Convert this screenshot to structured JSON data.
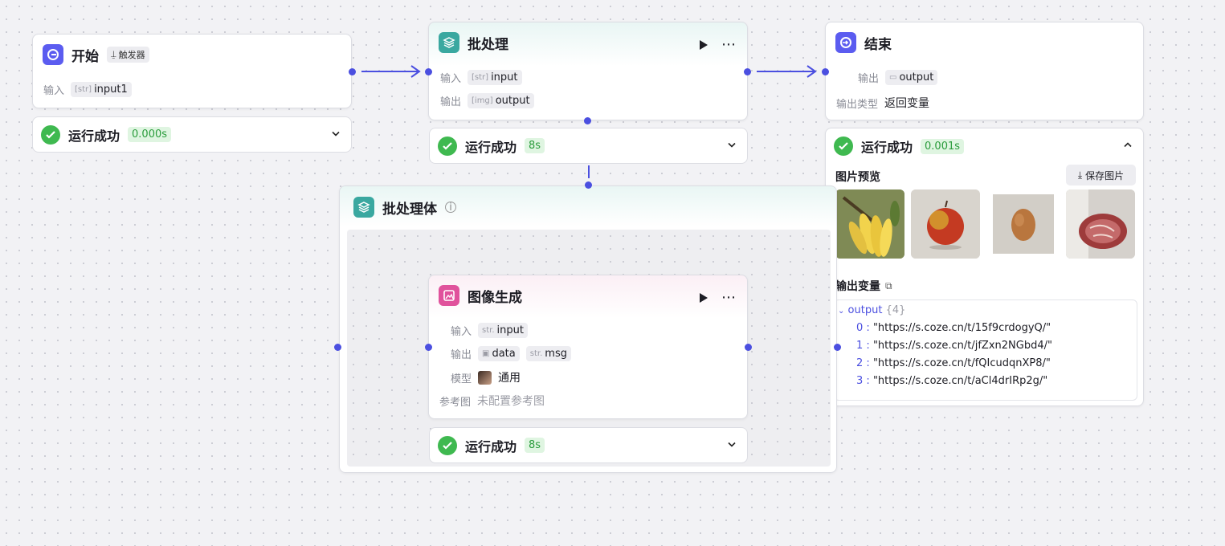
{
  "start_node": {
    "title": "开始",
    "trigger_badge": "触发器",
    "input_label": "输入",
    "input_tag_type": "[str]",
    "input_tag_name": "input1",
    "status": "运行成功",
    "duration": "0.000s"
  },
  "batch_node": {
    "title": "批处理",
    "input_label": "输入",
    "input_tag_type": "[str]",
    "input_tag_name": "input",
    "output_label": "输出",
    "output_tag_type": "[img]",
    "output_tag_name": "output",
    "status": "运行成功",
    "duration": "8s"
  },
  "end_node": {
    "title": "结束",
    "output_label": "输出",
    "output_tag_name": "output",
    "output_type_label": "输出类型",
    "output_type_value": "返回变量",
    "status": "运行成功",
    "duration": "0.001s",
    "image_preview_label": "图片预览",
    "save_image_label": "保存图片",
    "output_var_label": "输出变量",
    "output_key": "output",
    "output_count": "{4}",
    "output_items": [
      {
        "idx": "0 :",
        "val": "\"https://s.coze.cn/t/15f9crdogyQ/\""
      },
      {
        "idx": "1 :",
        "val": "\"https://s.coze.cn/t/jfZxn2NGbd4/\""
      },
      {
        "idx": "2 :",
        "val": "\"https://s.coze.cn/t/fQIcudqnXP8/\""
      },
      {
        "idx": "3 :",
        "val": "\"https://s.coze.cn/t/aCl4drIRp2g/\""
      }
    ]
  },
  "batch_body": {
    "title": "批处理体"
  },
  "image_gen_node": {
    "title": "图像生成",
    "input_label": "输入",
    "input_tag_type": "str.",
    "input_tag_name": "input",
    "output_label": "输出",
    "output_tag1_name": "data",
    "output_tag2_type": "str.",
    "output_tag2_name": "msg",
    "model_label": "模型",
    "model_value": "通用",
    "ref_label": "参考图",
    "ref_value": "未配置参考图",
    "status": "运行成功",
    "duration": "8s"
  },
  "colors": {
    "accent": "#4b4fe0",
    "start_icon": "#5b5cf0",
    "batch_icon": "#3aa8a0",
    "image_icon": "#e0529c",
    "success": "#3fb950"
  }
}
